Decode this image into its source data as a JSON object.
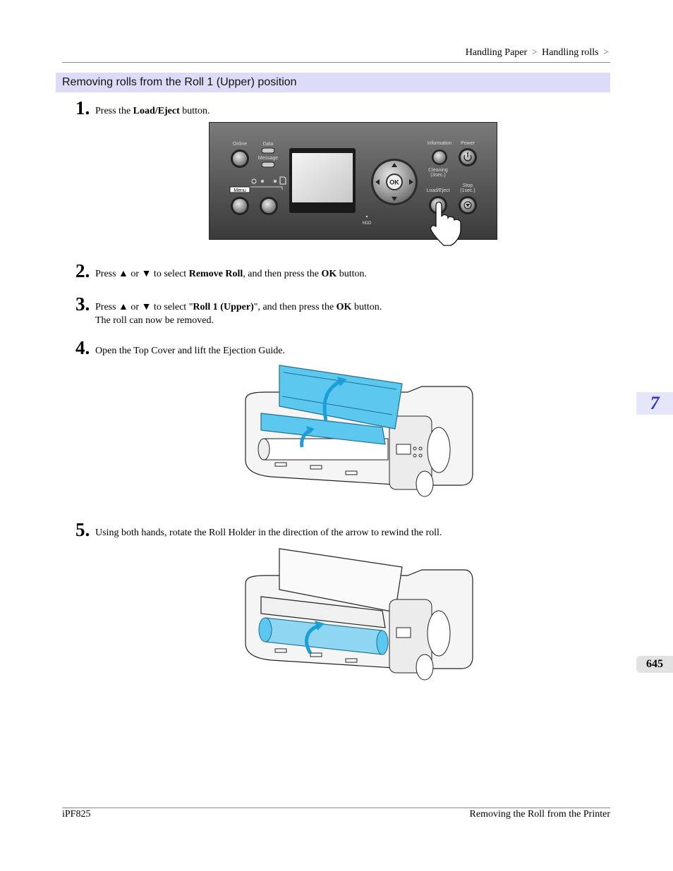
{
  "header": {
    "crumb1": "Handling Paper",
    "crumb2": "Handling rolls",
    "sep": ">"
  },
  "section": {
    "title": "Removing rolls from the Roll 1 (Upper) position"
  },
  "steps": [
    {
      "num": "1.",
      "pre": "Press the ",
      "b1": "Load/Eject",
      "post": " button."
    },
    {
      "num": "2.",
      "pre": "Press ▲ or ▼ to select ",
      "b1": "Remove Roll",
      "mid": ", and then press the ",
      "b2": "OK",
      "post": " button."
    },
    {
      "num": "3.",
      "pre": "Press ▲ or ▼ to select \"",
      "b1": "Roll 1 (Upper)",
      "mid": "\", and then press the ",
      "b2": "OK",
      "post": " button.",
      "line2": "The roll can now be removed."
    },
    {
      "num": "4.",
      "text": "Open the Top Cover and lift the Ejection Guide."
    },
    {
      "num": "5.",
      "text": "Using both hands, rotate the Roll Holder in the direction of the arrow to rewind the roll."
    }
  ],
  "panel": {
    "online": "Online",
    "data": "Data",
    "message": "Message",
    "menu": "Menu",
    "information": "Information",
    "power": "Power",
    "cleaning": "Cleaning",
    "cleaning_time": "(3sec.)",
    "load_eject": "Load/Eject",
    "stop": "Stop",
    "stop_time": "(1sec.)",
    "ok": "OK",
    "hdd": "HDD"
  },
  "side": {
    "chapter": "7",
    "page": "645"
  },
  "footer": {
    "left": "iPF825",
    "right": "Removing the Roll from the Printer"
  },
  "colors": {
    "section_bg": "#dcdcf8",
    "accent_blue": "#2a3cc8",
    "cyan": "#5cc8f0"
  }
}
